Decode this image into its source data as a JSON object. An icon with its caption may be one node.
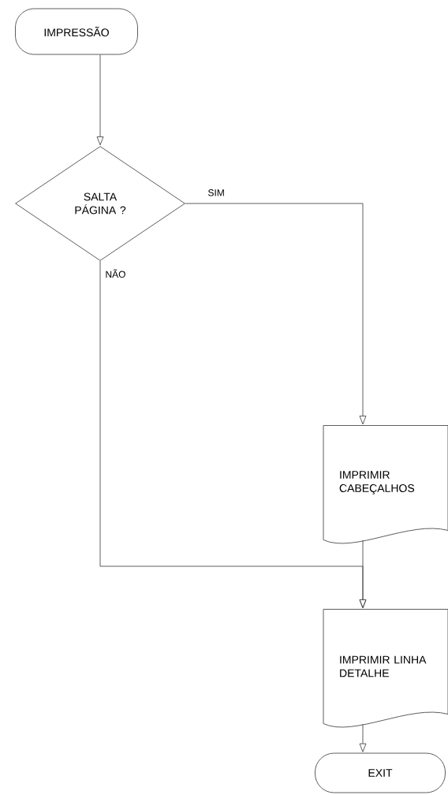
{
  "diagram": {
    "nodes": [
      {
        "text": [
          "IMPRESSÃO"
        ]
      },
      {
        "text": [
          "SALTA PÁGINA ?"
        ]
      },
      {
        "text": [
          "IMPRIMIR CABEÇALHOS"
        ]
      },
      {
        "text": [
          "IMPRIMIR LINHA DETALHE"
        ]
      },
      {
        "text": [
          "EXIT"
        ]
      }
    ],
    "edges": [
      {
        "from": 0,
        "to": 1,
        "arrow": "to"
      },
      {
        "from": 1,
        "to": 2,
        "arrow": "to",
        "label": "SIM"
      },
      {
        "from": 1,
        "to": 3,
        "arrow": "to",
        "label": "NÃO"
      },
      {
        "from": 2,
        "to": 3,
        "arrow": "to"
      },
      {
        "from": 3,
        "to": 4,
        "arrow": "to"
      }
    ]
  }
}
